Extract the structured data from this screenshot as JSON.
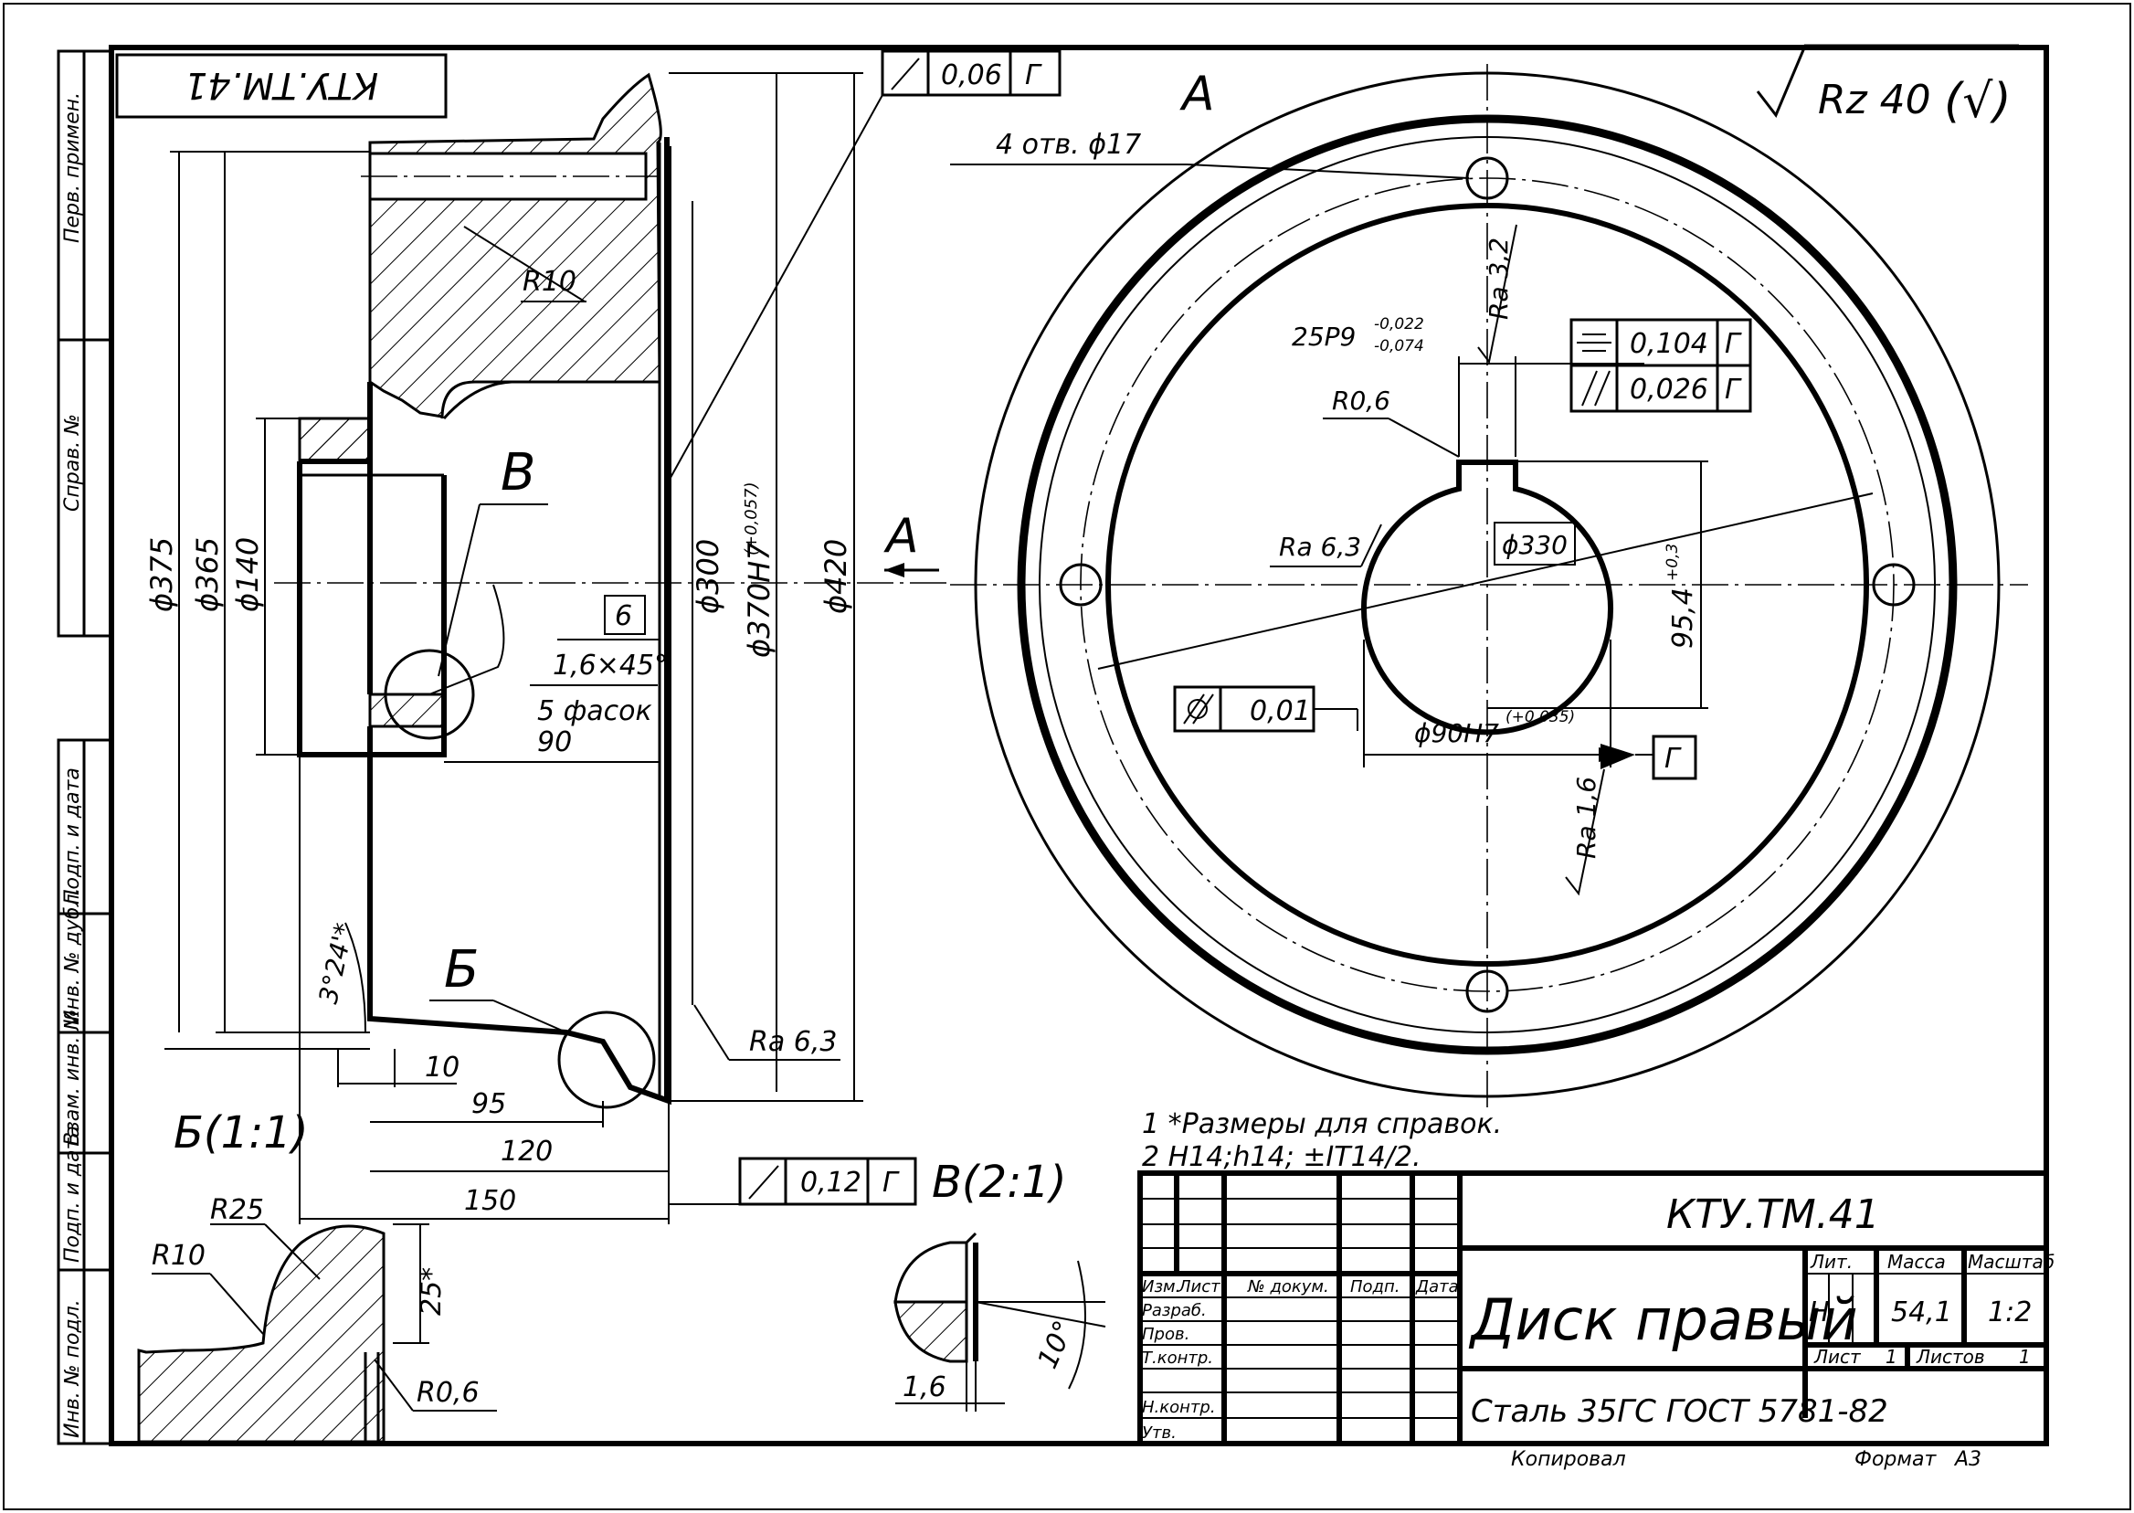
{
  "side_strip": {
    "perv_primen": "Перв. примен.",
    "sprav_no": "Справ. №",
    "podp_data_1": "Подп. и дата",
    "inv_dubl": "Инв. № дубл.",
    "vzam_inv": "Взам. инв. №",
    "podp_data_2": "Подп. и дата",
    "inv_podl": "Инв. № подл."
  },
  "mirror_code": "КТУ.ТМ.41",
  "roughness_general": {
    "value": "Rz 40",
    "mark": "(√)"
  },
  "section_view": {
    "runout_top": {
      "value": "0,06",
      "base": "Г"
    },
    "runout_bottom": {
      "value": "0,12",
      "base": "Г"
    },
    "r10": "R10",
    "label_v": "В",
    "label_b": "Б",
    "d375": "ϕ375",
    "d365": "ϕ365",
    "d140": "ϕ140",
    "d300": "ϕ300",
    "d370": "ϕ370H7",
    "d370_tol": "(+0,057)",
    "d420": "ϕ420",
    "dim6": "6",
    "chamfer": "1,6×45°",
    "chamfer_count": "5 фасок",
    "dim90": "90",
    "angle": "3°24'*",
    "dim10": "10",
    "dim95": "95",
    "dim120": "120",
    "dim150": "150",
    "ra63": "Ra 6,3"
  },
  "view_a": {
    "label": "А",
    "arrow_label": "А",
    "holes": "4 отв. ϕ17",
    "ra32": "Ra 3,2",
    "keyway": "25P9",
    "keyway_upper": "-0,022",
    "keyway_lower": "-0,074",
    "r06": "R0,6",
    "ra63": "Ra 6,3",
    "d330": "ϕ330",
    "sym_value": "0,104",
    "sym_base": "Г",
    "par_value": "0,026",
    "par_base": "Г",
    "cyl_value": "0,01",
    "d90": "ϕ90H7",
    "d90_tol": "(+0,035)",
    "dim954": "95,4",
    "dim954_tol": "+0,3",
    "datum": "Г",
    "ra16": "Ra 1,6"
  },
  "detail_b": {
    "label": "Б(1:1)",
    "r25": "R25",
    "r10": "R10",
    "dim25": "25*",
    "r06": "R0,6"
  },
  "detail_v": {
    "label": "В(2:1)",
    "dim16": "1,6",
    "angle": "10°"
  },
  "notes": {
    "line1": "1 *Размеры для справок.",
    "line2": "2 H14;h14; ±IT14/2."
  },
  "title_block": {
    "code": "КТУ.ТМ.41",
    "name": "Диск правый",
    "material": "Сталь 35ГС  ГОСТ 5781-82",
    "izm": "Изм.",
    "list": "Лист",
    "doc_no": "№ докум.",
    "podp": "Подп.",
    "data": "Дата",
    "razrab": "Разраб.",
    "prov": "Пров.",
    "tkontr": "Т.контр.",
    "nkontr": "Н.контр.",
    "utv": "Утв.",
    "lit_hdr": "Лит.",
    "massa_hdr": "Масса",
    "masshtab_hdr": "Масштаб",
    "lit": "Н",
    "massa": "54,1",
    "masshtab": "1:2",
    "list_label": "Лист",
    "list_no": "1",
    "listov_label": "Листов",
    "listov_no": "1",
    "copied": "Копировал",
    "format_label": "Формат",
    "format": "А3"
  }
}
